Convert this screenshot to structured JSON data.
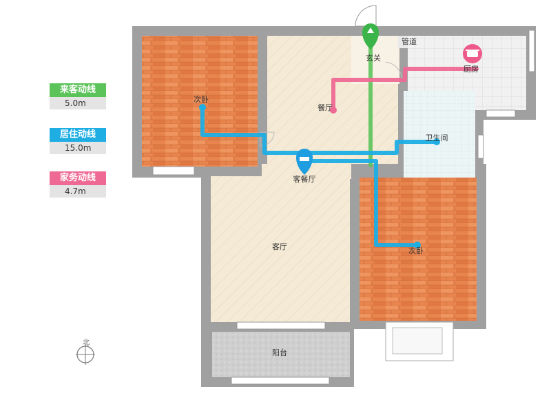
{
  "legend": [
    {
      "label": "来客动线",
      "value": "5.0m",
      "color": "#5cc35a"
    },
    {
      "label": "居住动线",
      "value": "15.0m",
      "color": "#1eaee4"
    },
    {
      "label": "家务动线",
      "value": "4.7m",
      "color": "#ee6a95"
    }
  ],
  "rooms": {
    "bedroom_nw": "次卧",
    "dining": "餐厅",
    "entrance": "玄关",
    "pipe": "管道",
    "kitchen": "厨房",
    "bathroom": "卫生间",
    "living_dining": "客餐厅",
    "living": "客厅",
    "bedroom_se": "次卧",
    "balcony": "阳台"
  },
  "compass": {
    "north_label": "北"
  },
  "colors": {
    "wall": "#a0a0a0",
    "wood_floor": "#e8844d",
    "tile_floor": "#f4e9d6",
    "guest_route": "#5cc35a",
    "living_route": "#1eaee4",
    "chore_route": "#ee6a95"
  }
}
